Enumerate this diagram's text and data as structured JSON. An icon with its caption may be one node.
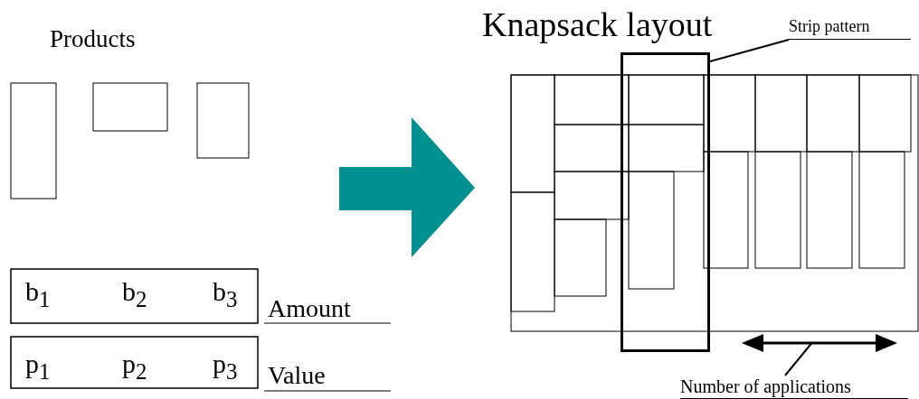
{
  "diagram": {
    "nodes": [
      {
        "text": [
          "Strip pattern"
        ]
      },
      {
        "text": [],
        "shape": "box"
      },
      {
        "text": [
          "Number of applications"
        ]
      },
      {
        "text": [],
        "shape": "arrow"
      }
    ],
    "edges": [
      {
        "from": 0,
        "to": 1,
        "arrow": "none"
      },
      {
        "from": 2,
        "to": 3,
        "arrow": "none"
      }
    ],
    "labels": [
      "Products",
      "Knapsack layout",
      "b$_{1}$",
      "b$_{2}$",
      "b$_{3}$",
      "Amount",
      "p$_{1}$",
      "p$_{2}$",
      "p$_{3}$",
      "Value"
    ]
  }
}
